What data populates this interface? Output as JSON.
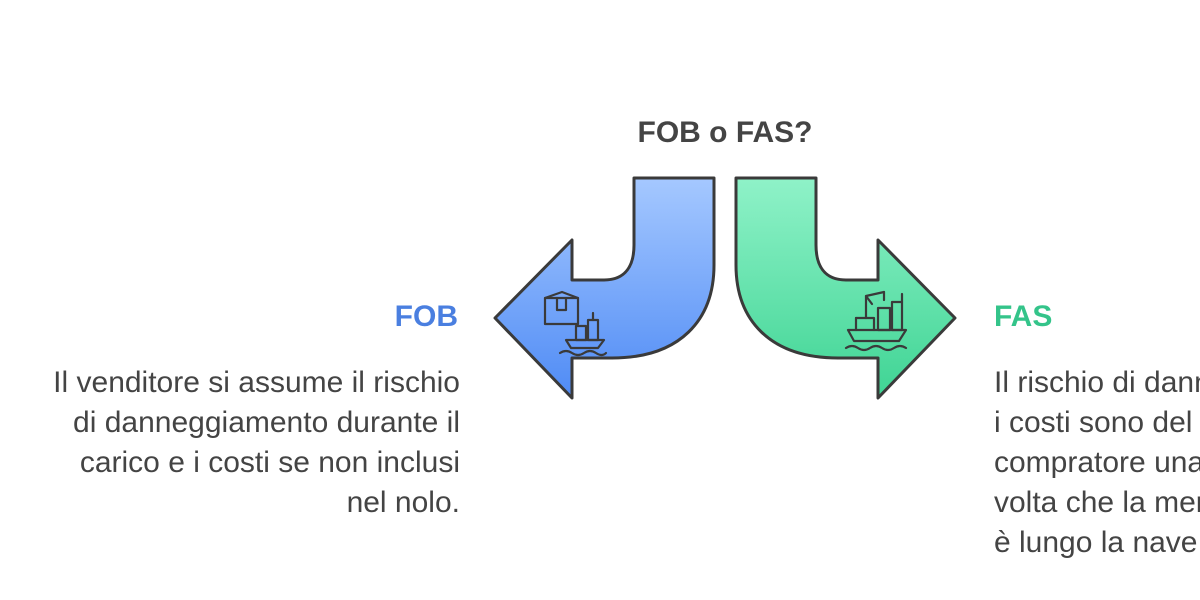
{
  "title": "FOB o FAS?",
  "colors": {
    "title_text": "#444444",
    "body_text": "#444444",
    "outline": "#3a3a3a",
    "fob_accent": "#4a7fe0",
    "fob_fill_top": "#a5c8ff",
    "fob_fill_bottom": "#4f8bf5",
    "fas_accent": "#34c48a",
    "fas_fill_top": "#8ff2c8",
    "fas_fill_bottom": "#3fd494"
  },
  "options": {
    "fob": {
      "label": "FOB",
      "text": "Il venditore si assume il rischio di danneggiamento durante il carico e i costi se non inclusi nel nolo.",
      "icon": "cargo-ship-icon"
    },
    "fas": {
      "label": "FAS",
      "text": "Il rischio di danni e i costi sono del compratore una volta che la merce è lungo la nave.",
      "icon": "ship-crane-icon"
    }
  }
}
